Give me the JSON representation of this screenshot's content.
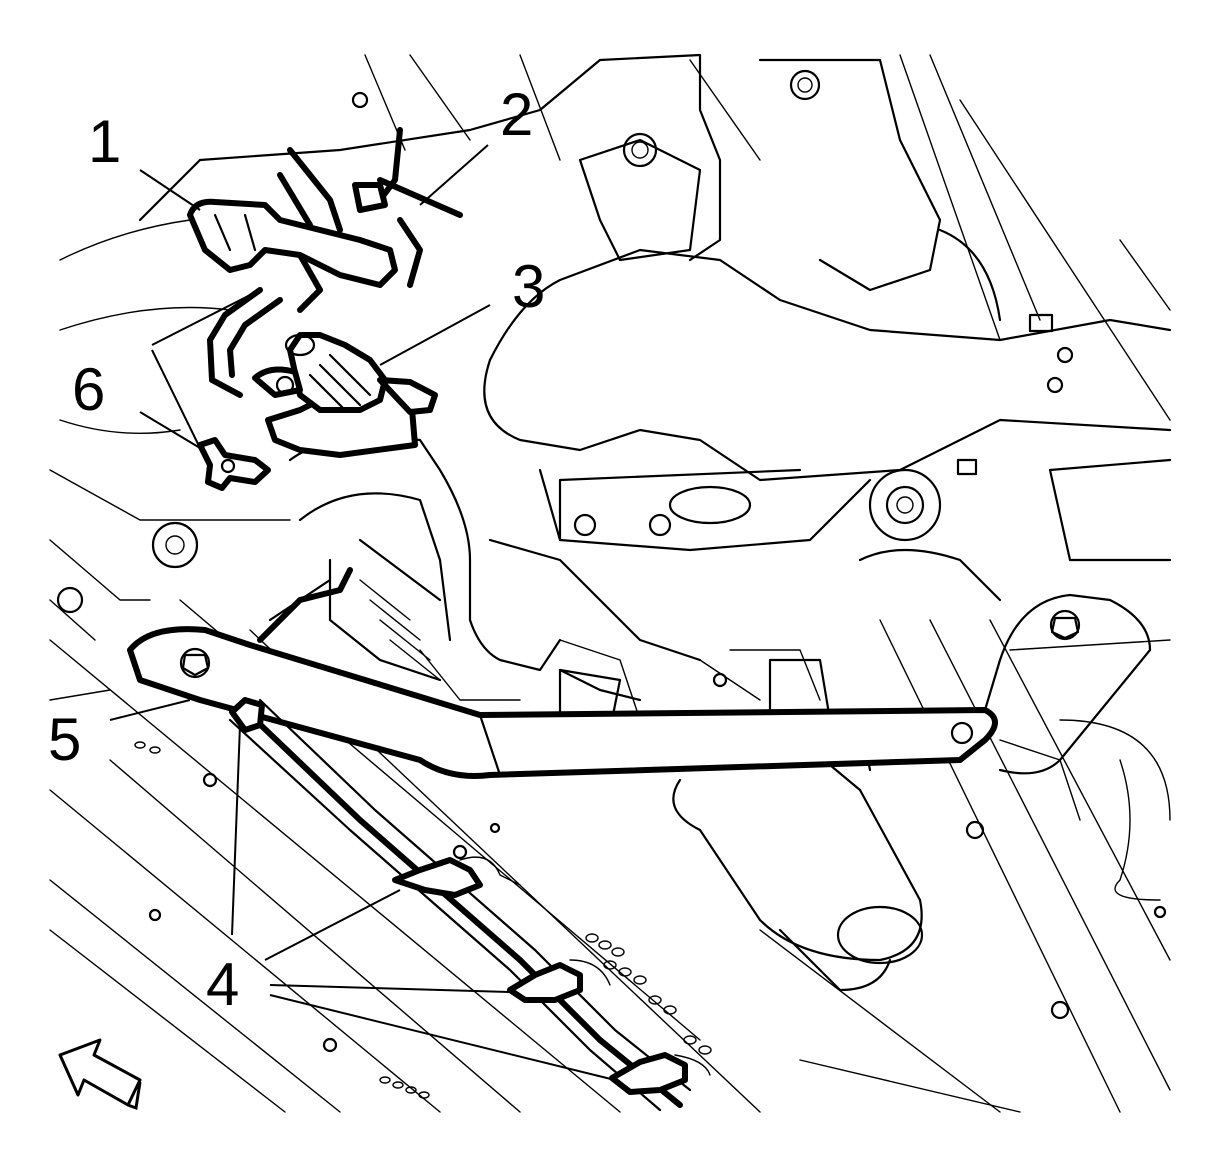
{
  "callouts": [
    {
      "id": "callout-1",
      "label": "1"
    },
    {
      "id": "callout-2",
      "label": "2"
    },
    {
      "id": "callout-3",
      "label": "3"
    },
    {
      "id": "callout-4",
      "label": "4"
    },
    {
      "id": "callout-5",
      "label": "5"
    },
    {
      "id": "callout-6",
      "label": "6"
    }
  ],
  "view_arrow": {
    "icon": "front-direction-arrow-icon"
  },
  "colors": {
    "line": "#000000",
    "background": "#ffffff"
  }
}
